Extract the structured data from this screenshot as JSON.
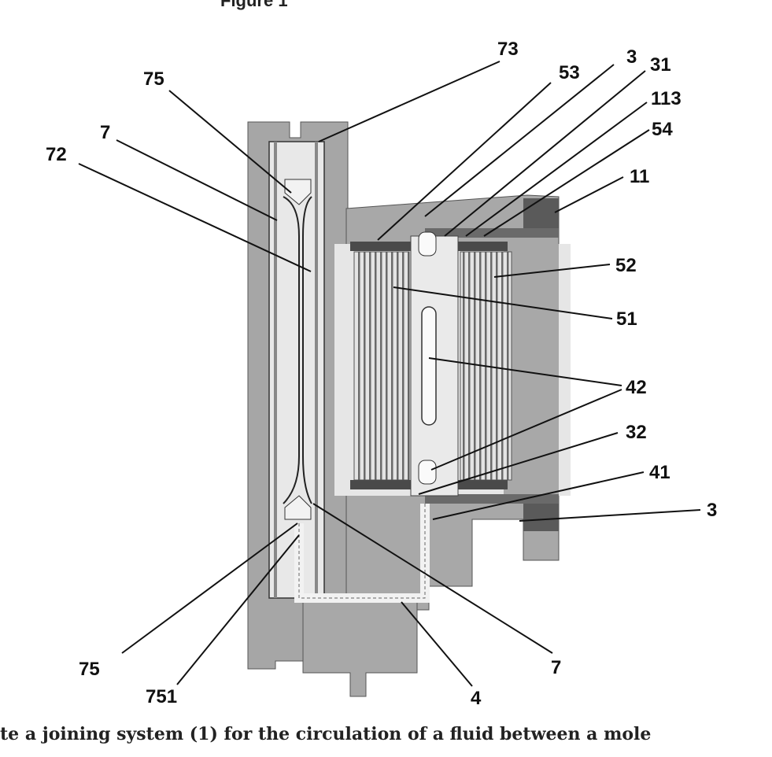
{
  "figure": {
    "title": "Figure 1",
    "caption": "te a joining system (1) for the circulation of a fluid between a mole",
    "colors": {
      "housing": "#a8a8a8",
      "inner": "#d6d6d6",
      "dark": "#5e5e5e",
      "line": "#111111"
    }
  },
  "labels": [
    {
      "id": "75-top",
      "text": "75"
    },
    {
      "id": "7-top",
      "text": "7"
    },
    {
      "id": "72",
      "text": "72"
    },
    {
      "id": "73",
      "text": "73"
    },
    {
      "id": "53",
      "text": "53"
    },
    {
      "id": "3-top",
      "text": "3"
    },
    {
      "id": "31",
      "text": "31"
    },
    {
      "id": "113",
      "text": "113"
    },
    {
      "id": "54",
      "text": "54"
    },
    {
      "id": "11",
      "text": "11"
    },
    {
      "id": "52",
      "text": "52"
    },
    {
      "id": "51",
      "text": "51"
    },
    {
      "id": "42",
      "text": "42"
    },
    {
      "id": "32",
      "text": "32"
    },
    {
      "id": "41",
      "text": "41"
    },
    {
      "id": "3-right",
      "text": "3"
    },
    {
      "id": "75-bottom",
      "text": "75"
    },
    {
      "id": "751",
      "text": "751"
    },
    {
      "id": "4",
      "text": "4"
    },
    {
      "id": "7-bottom",
      "text": "7"
    }
  ]
}
